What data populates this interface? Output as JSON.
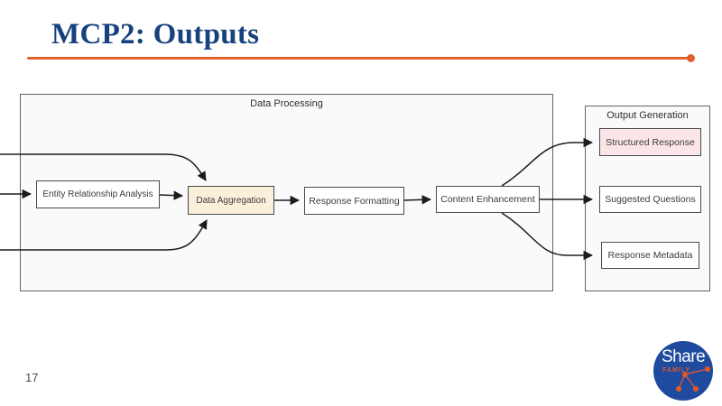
{
  "slide": {
    "title": "MCP2: Outputs",
    "page_number": "17"
  },
  "colors": {
    "title_blue": "#17427D",
    "accent_orange": "#E0612E",
    "container_fill": "#FAFAFB",
    "container_border": "#63636B",
    "node_border": "#4A4A52",
    "node_fill_default": "#FFFFFF",
    "node_fill_data_aggregation": "#FAEFD8",
    "node_fill_structured_response": "#FBE5E7",
    "arrow_color": "#1C1C1C",
    "logo_blue": "#1E4B9E",
    "logo_orange": "#E2582A"
  },
  "diagram": {
    "containers": [
      {
        "id": "data-processing",
        "label": "Data Processing"
      },
      {
        "id": "output-generation",
        "label": "Output Generation"
      }
    ],
    "nodes": [
      {
        "id": "entity-relationship-analysis",
        "label": "Entity Relationship Analysis",
        "container": "data-processing",
        "fill": "#FFFFFF"
      },
      {
        "id": "data-aggregation",
        "label": "Data Aggregation",
        "container": "data-processing",
        "fill": "#FAEFD8"
      },
      {
        "id": "response-formatting",
        "label": "Response Formatting",
        "container": "data-processing",
        "fill": "#FFFFFF"
      },
      {
        "id": "content-enhancement",
        "label": "Content Enhancement",
        "container": "data-processing",
        "fill": "#FFFFFF"
      },
      {
        "id": "structured-response",
        "label": "Structured Response",
        "container": "output-generation",
        "fill": "#FBE5E7"
      },
      {
        "id": "suggested-questions",
        "label": "Suggested Questions",
        "container": "output-generation",
        "fill": "#FFFFFF"
      },
      {
        "id": "response-metadata",
        "label": "Response Metadata",
        "container": "output-generation",
        "fill": "#FFFFFF"
      }
    ],
    "edges": [
      {
        "from": "slide-left-edge-upper",
        "to": "data-aggregation"
      },
      {
        "from": "slide-left-edge-middle",
        "to": "entity-relationship-analysis"
      },
      {
        "from": "slide-left-edge-lower",
        "to": "data-aggregation"
      },
      {
        "from": "entity-relationship-analysis",
        "to": "data-aggregation"
      },
      {
        "from": "data-aggregation",
        "to": "response-formatting"
      },
      {
        "from": "response-formatting",
        "to": "content-enhancement"
      },
      {
        "from": "content-enhancement",
        "to": "structured-response"
      },
      {
        "from": "content-enhancement",
        "to": "suggested-questions"
      },
      {
        "from": "content-enhancement",
        "to": "response-metadata"
      }
    ]
  },
  "logo": {
    "primary_text": "Share",
    "secondary_text": "FAMILY"
  }
}
